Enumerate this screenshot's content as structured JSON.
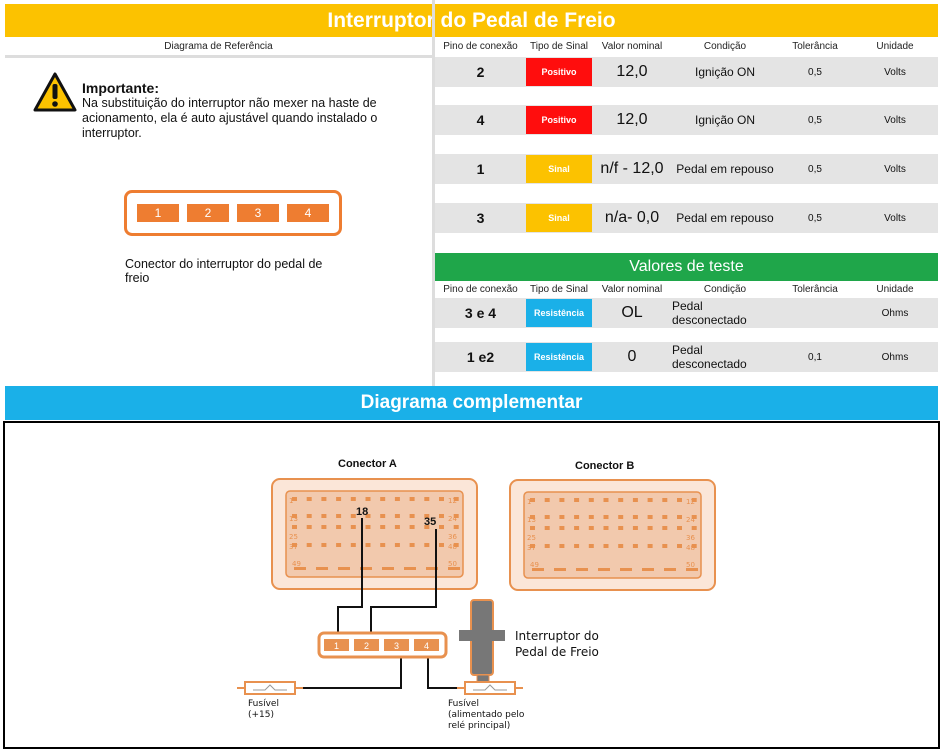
{
  "title": "Interruptor do Pedal de Freio",
  "left_header": "Diagrama de Referência",
  "columns": [
    "Pino de conexão",
    "Tipo de Sinal",
    "Valor nominal",
    "Condição",
    "Tolerância",
    "Unidade"
  ],
  "warning": {
    "title": "Importante:",
    "text": "Na substituição do interruptor não mexer na haste de acionamento, ela é auto ajustável quando instalado o interruptor."
  },
  "connector_pins": [
    "1",
    "2",
    "3",
    "4"
  ],
  "connector_caption": "Conector do interruptor do pedal de freio",
  "rows": [
    {
      "pin": "2",
      "signal": "Positivo",
      "signal_color": "#ff0d0d",
      "value": "12,0",
      "condition": "Ignição ON",
      "tolerance": "0,5",
      "unit": "Volts"
    },
    {
      "pin": "4",
      "signal": "Positivo",
      "signal_color": "#ff0d0d",
      "value": "12,0",
      "condition": "Ignição ON",
      "tolerance": "0,5",
      "unit": "Volts"
    },
    {
      "pin": "1",
      "signal": "Sinal",
      "signal_color": "#fcc200",
      "value": "n/f - 12,0",
      "condition": "Pedal em repouso",
      "tolerance": "0,5",
      "unit": "Volts"
    },
    {
      "pin": "3",
      "signal": "Sinal",
      "signal_color": "#fcc200",
      "value": "n/a- 0,0",
      "condition": "Pedal em repouso",
      "tolerance": "0,5",
      "unit": "Volts"
    }
  ],
  "test_title": "Valores de teste",
  "test_rows": [
    {
      "pin": "3 e 4",
      "signal": "Resistência",
      "signal_color": "#1ab0e8",
      "value": "OL",
      "condition": "Pedal desconectado",
      "tolerance": "",
      "unit": "Ohms"
    },
    {
      "pin": "1 e2",
      "signal": "Resistência",
      "signal_color": "#1ab0e8",
      "value": "0",
      "condition": "Pedal desconectado",
      "tolerance": "0,1",
      "unit": "Ohms"
    }
  ],
  "complement_title": "Diagrama complementar",
  "diagram": {
    "connector_a": "Conector A",
    "connector_b": "Conector B",
    "pin_labels": [
      "1",
      "12",
      "13",
      "24",
      "25",
      "36",
      "37",
      "48",
      "49",
      "50"
    ],
    "highlight_a": [
      "18",
      "35"
    ],
    "switch_label_1": "Interruptor do",
    "switch_label_2": "Pedal de Freio",
    "fuse1": [
      "Fusível",
      "(+15)"
    ],
    "fuse2": [
      "Fusível",
      "(alimentado pelo",
      "relé principal)"
    ]
  },
  "colors": {
    "yellow": "#fcc200",
    "green": "#1fa64a",
    "blue": "#1ab0e8",
    "orange": "#ee7d31"
  }
}
